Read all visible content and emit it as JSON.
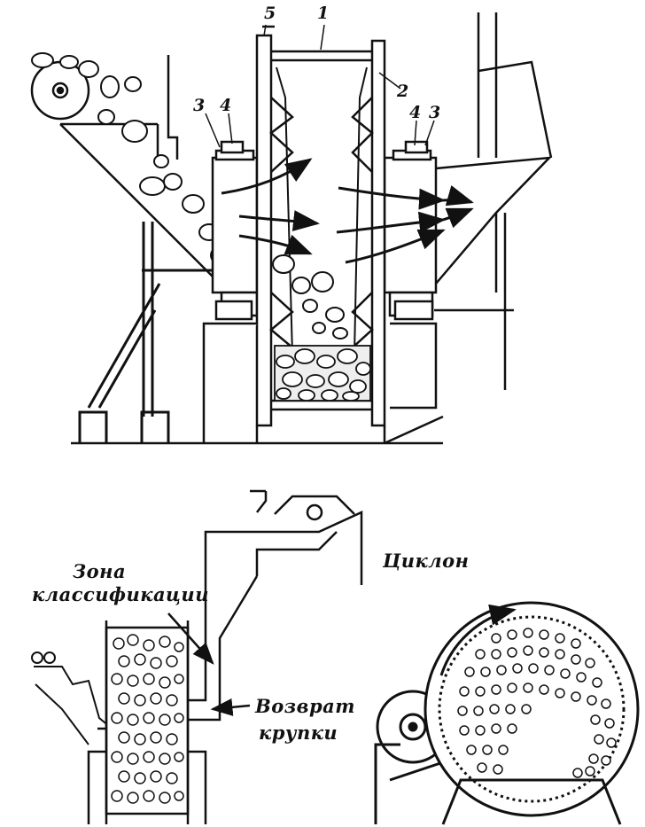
{
  "top_figure": {
    "callouts": [
      "1",
      "2",
      "3",
      "4",
      "5",
      "3",
      "4"
    ]
  },
  "bottom_figure": {
    "zone_label": [
      "Зона",
      "классификации"
    ],
    "cyclone_label": "Циклон",
    "return_label": [
      "Возврат",
      "крупки"
    ]
  },
  "colors": {
    "ink": "#111111",
    "paper": "#ffffff",
    "hatch": "#333333"
  }
}
